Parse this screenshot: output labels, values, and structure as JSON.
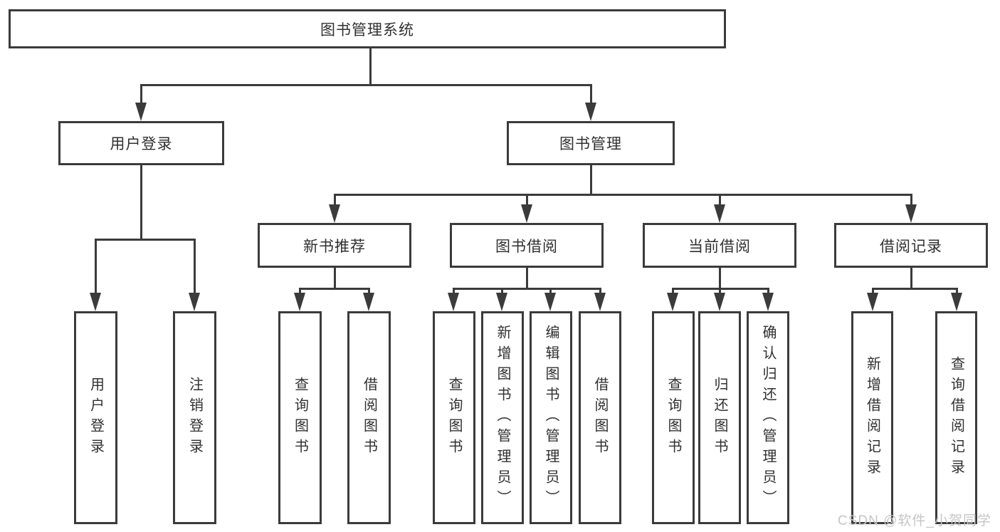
{
  "diagram": {
    "root": "图书管理系统",
    "level2": [
      "用户登录",
      "图书管理"
    ],
    "level3": [
      "新书推荐",
      "图书借阅",
      "当前借阅",
      "借阅记录"
    ],
    "level4": [
      "用户登录",
      "注销登录",
      "查询图书",
      "借阅图书",
      "查询图书",
      "新增图书（管理员）",
      "编辑图书（管理员）",
      "借阅图书",
      "查询图书",
      "归还图书",
      "确认归还（管理员）",
      "新增借阅记录",
      "查询借阅记录"
    ]
  },
  "watermark": "CSDN @软件_小贺同学",
  "colors": {
    "line": "#3b3b3b",
    "text": "#303030",
    "watermark": "#c6c6c6",
    "background": "#ffffff"
  }
}
